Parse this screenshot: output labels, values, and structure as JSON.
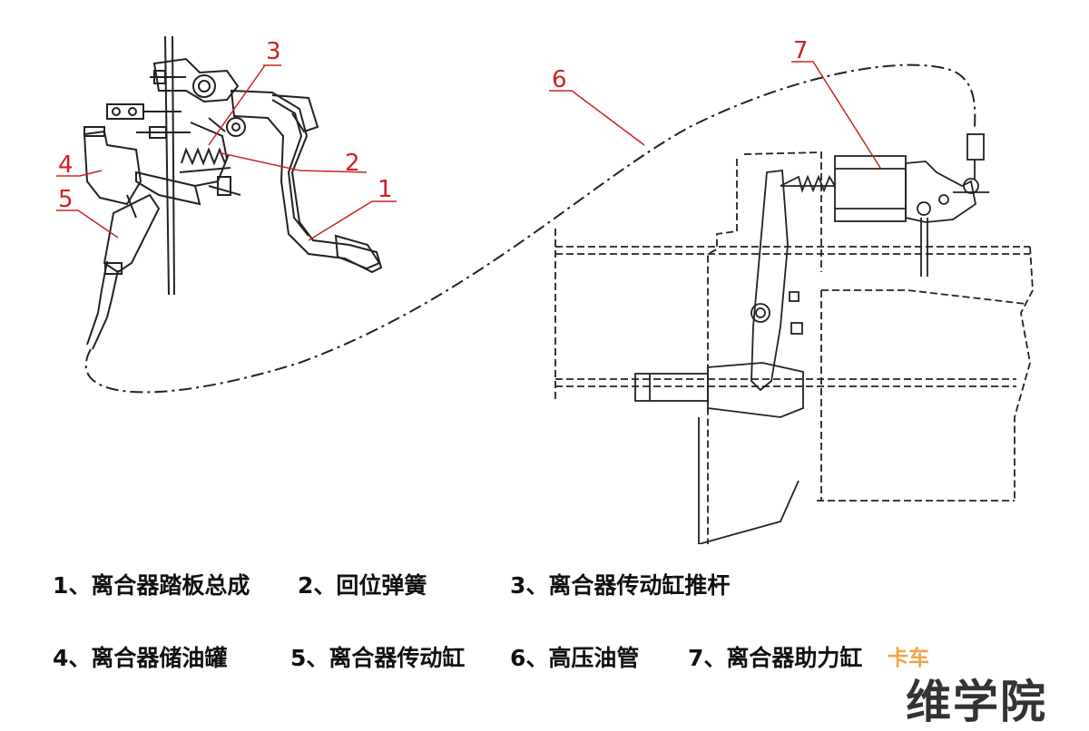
{
  "callouts": [
    "1",
    "2",
    "3",
    "4",
    "5",
    "6",
    "7"
  ],
  "legend": {
    "row1": [
      "1、离合器踏板总成",
      "2、回位弹簧",
      "3、离合器传动缸推杆"
    ],
    "row2": [
      "4、离合器储油罐",
      "5、离合器传动缸",
      "6、高压油管",
      "7、离合器助力缸"
    ]
  },
  "watermark": {
    "small": "卡车",
    "large": "维学院"
  },
  "colors": {
    "callout": "#cc2222",
    "line": "#222222",
    "watermark_small": "#f0a24a",
    "watermark_large": "#333333"
  }
}
